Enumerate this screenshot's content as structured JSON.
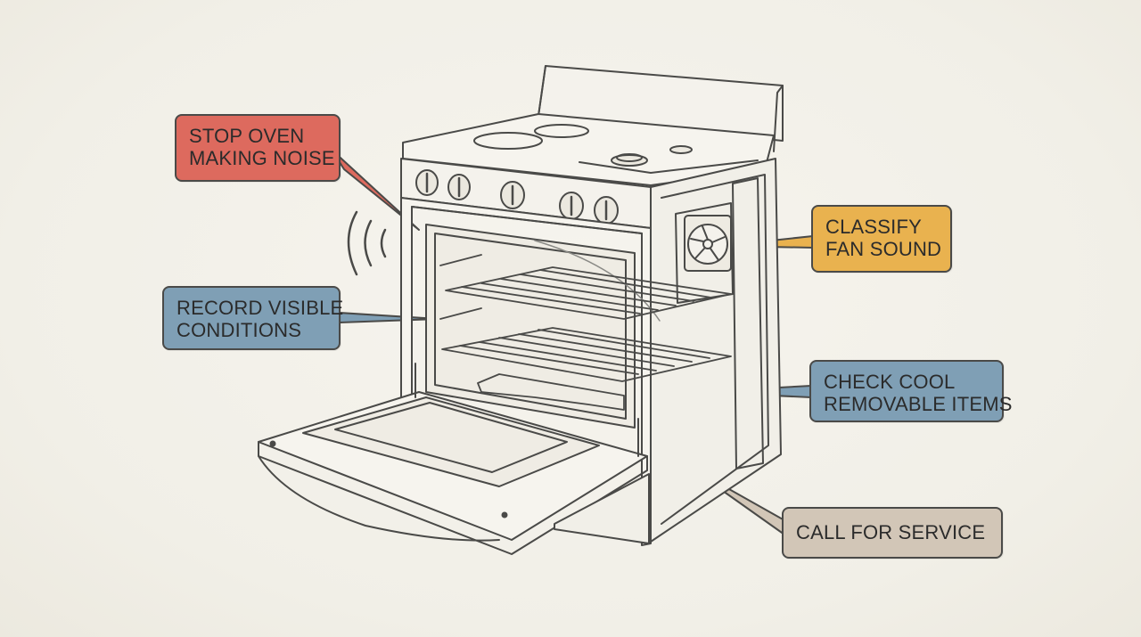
{
  "colors": {
    "stop": "#dd6a5e",
    "record": "#7f9fb5",
    "classify": "#e9b24f",
    "check": "#7f9fb5",
    "service": "#d2c6b7",
    "ink": "#4a4a48"
  },
  "callouts": {
    "stop": {
      "line1": "STOP OVEN",
      "line2": "MAKING NOISE"
    },
    "record": {
      "line1": "RECORD VISIBLE",
      "line2": "CONDITIONS"
    },
    "classify": {
      "line1": "CLASSIFY",
      "line2": "FAN SOUND"
    },
    "check": {
      "line1": "CHECK COOL",
      "line2": "REMOVABLE ITEMS"
    },
    "service": {
      "line1": "CALL FOR SERVICE"
    }
  },
  "icons": [
    "sound-waves-icon",
    "fan-icon"
  ]
}
